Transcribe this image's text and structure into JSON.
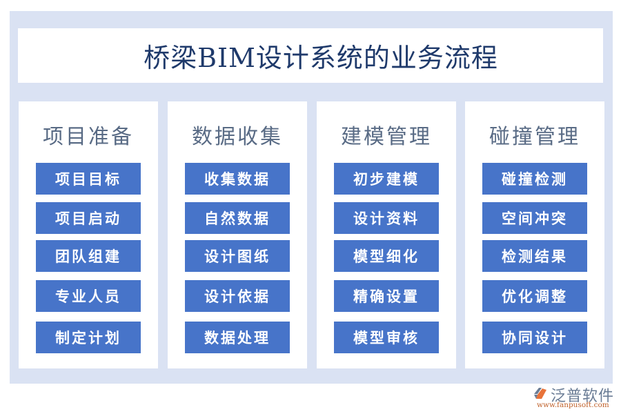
{
  "title": "桥梁BIM设计系统的业务流程",
  "colors": {
    "background": "#ffffff",
    "outer_panel": "#dae2f3",
    "card": "#ffffff",
    "title_text": "#1f3a6b",
    "column_title_text": "#596b85",
    "button_fill": "#4774c9",
    "button_text": "#ffffff"
  },
  "columns": [
    {
      "title": "项目准备",
      "items": [
        "项目目标",
        "项目启动",
        "团队组建",
        "专业人员",
        "制定计划"
      ]
    },
    {
      "title": "数据收集",
      "items": [
        "收集数据",
        "自然数据",
        "设计图纸",
        "设计依据",
        "数据处理"
      ]
    },
    {
      "title": "建模管理",
      "items": [
        "初步建模",
        "设计资料",
        "模型细化",
        "精确设置",
        "模型审核"
      ]
    },
    {
      "title": "碰撞管理",
      "items": [
        "碰撞检测",
        "空间冲突",
        "检测结果",
        "优化调整",
        "协同设计"
      ]
    }
  ],
  "watermark": {
    "icon": "fanpu-logo-icon",
    "name": "泛普软件",
    "url": "www.fanpusoft.com"
  }
}
